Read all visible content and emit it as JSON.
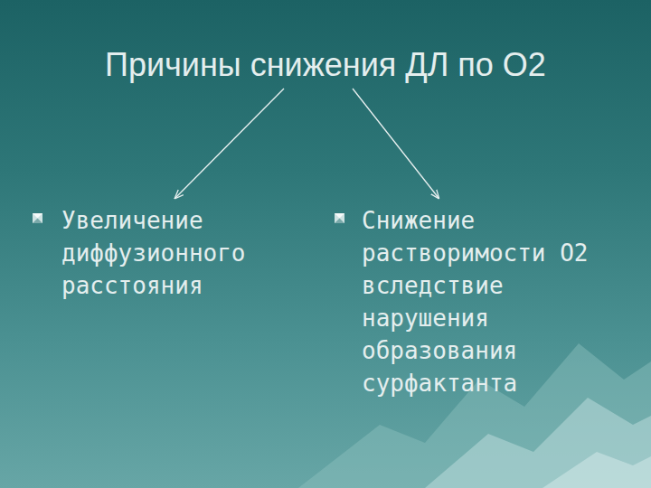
{
  "diagram": {
    "nodes": [
      {
        "text": [
          "Причины снижения ДЛ по О2"
        ]
      },
      {
        "text": [
          "Увеличение диффузионного расстояния"
        ]
      },
      {
        "text": [
          "Снижение растворимости О2 вследствие нарушения образования сурфактанта"
        ]
      }
    ],
    "edges": [
      {
        "from": 0,
        "to": 1,
        "arrow": "to"
      },
      {
        "from": 0,
        "to": 2,
        "arrow": "to"
      }
    ]
  }
}
